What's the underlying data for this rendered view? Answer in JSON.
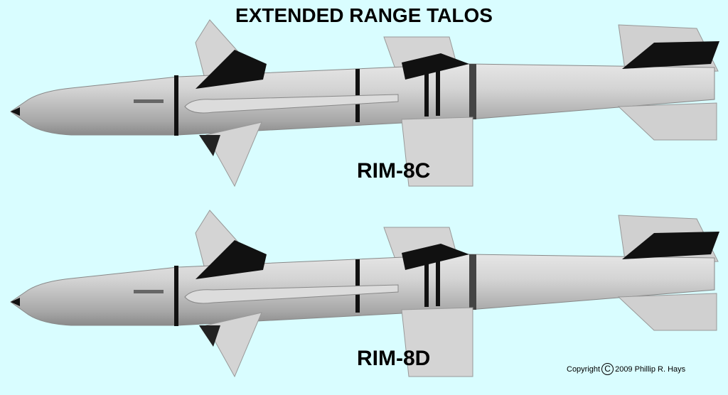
{
  "title": "EXTENDED RANGE TALOS",
  "missiles": [
    {
      "label": "RIM-8C"
    },
    {
      "label": "RIM-8D"
    }
  ],
  "copyright": {
    "prefix": "Copyright",
    "symbol": "C",
    "text": "2009 Phillip R. Hays"
  },
  "colors": {
    "background": "#d9fdff",
    "body": "#c8c8c8",
    "fin_dark": "#111111"
  }
}
